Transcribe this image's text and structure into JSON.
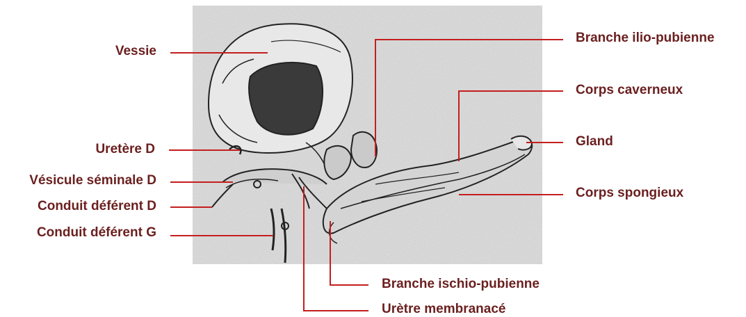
{
  "colors": {
    "label": "#6b1f1f",
    "leader": "#c41e1e",
    "photo_bg": "#d9d9d9"
  },
  "labels": {
    "vessie": "Vessie",
    "uretere_d": "Uretère D",
    "vesicule_seminale_d": "Vésicule séminale D",
    "conduit_deferent_d": "Conduit déférent D",
    "conduit_deferent_g": "Conduit déférent G",
    "branche_ilio_pubienne": "Branche ilio-pubienne",
    "corps_caverneux": "Corps caverneux",
    "gland": "Gland",
    "corps_spongieux": "Corps spongieux",
    "branche_ischio_pubienne": "Branche ischio-pubienne",
    "uretre_membranace": "Urètre membranacé"
  }
}
